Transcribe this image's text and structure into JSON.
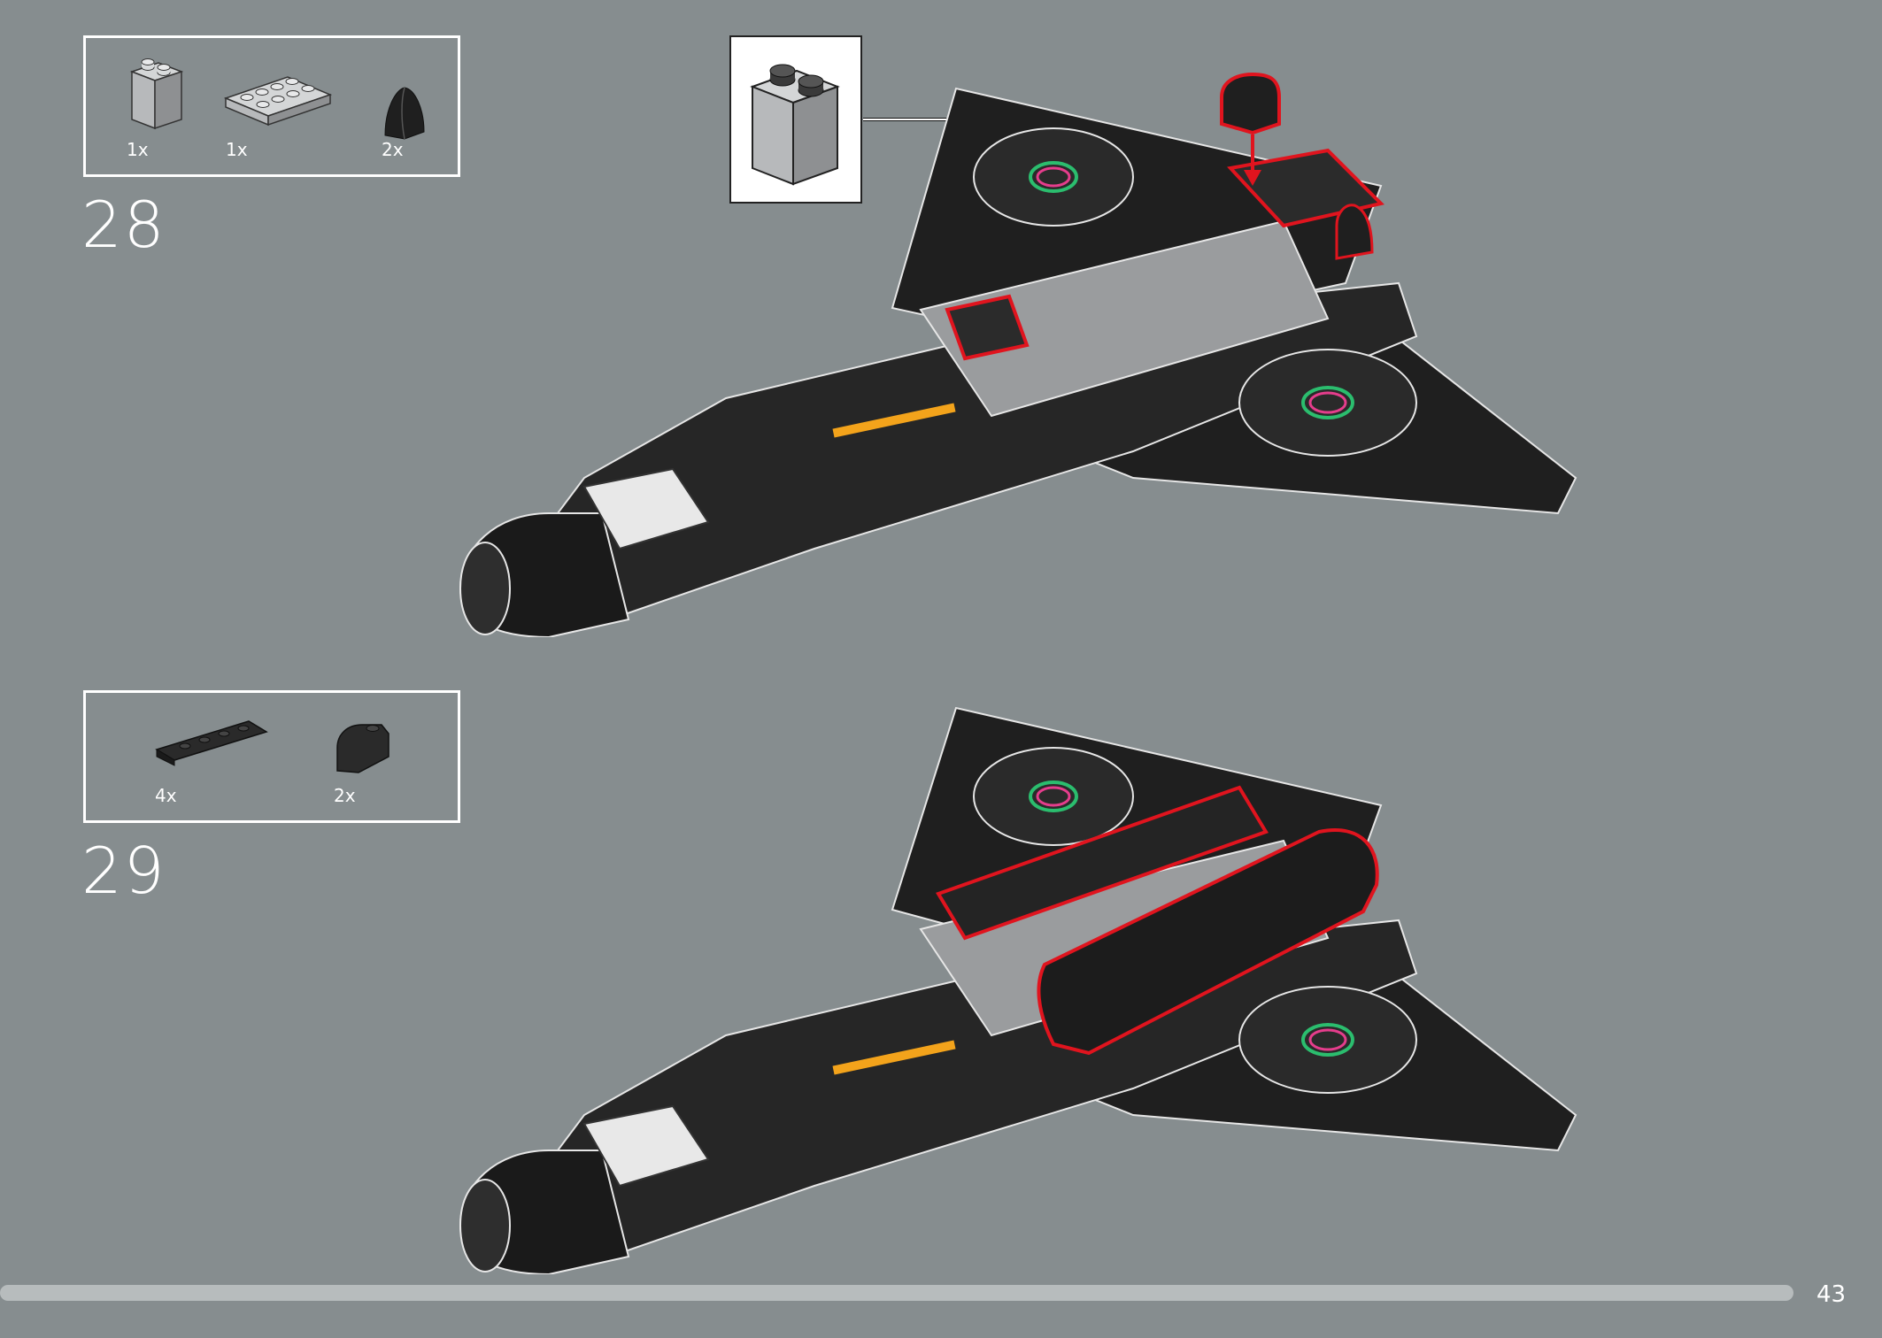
{
  "steps": [
    {
      "number": "28",
      "parts": [
        {
          "qty": "1x",
          "icon": "gray-brick-1x2x2-icon"
        },
        {
          "qty": "1x",
          "icon": "gray-plate-2x4-icon"
        },
        {
          "qty": "2x",
          "icon": "black-curved-slope-icon"
        }
      ]
    },
    {
      "number": "29",
      "parts": [
        {
          "qty": "4x",
          "icon": "black-curved-slope-1x4-icon"
        },
        {
          "qty": "2x",
          "icon": "black-curved-slope-2x2-icon"
        }
      ]
    }
  ],
  "page_number": "43",
  "colors": {
    "background": "#868d8f",
    "highlight": "#e0141e",
    "brick_black": "#1f1f1f",
    "brick_gray": "#a7a9ab",
    "accent_orange": "#f3a31b"
  }
}
